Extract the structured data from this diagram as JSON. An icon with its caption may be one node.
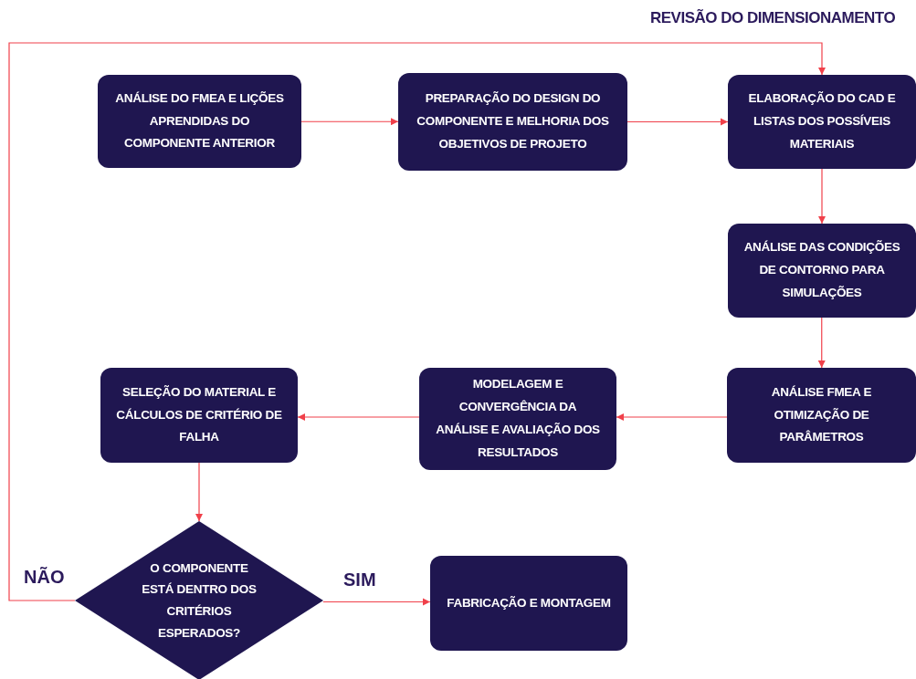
{
  "diagram": {
    "nodes": [
      {
        "text": [
          "ANÁLISE DO FMEA E LIÇÕES APRENDIDAS DO COMPONENTE ANTERIOR"
        ]
      },
      {
        "text": [
          "PREPARAÇÃO DO DESIGN DO COMPONENTE E MELHORIA DOS OBJETIVOS DE PROJETO"
        ]
      },
      {
        "text": [
          "ELABORAÇÃO DO CAD E LISTAS DOS POSSÍVEIS MATERIAIS"
        ]
      },
      {
        "text": [
          "ANÁLISE DAS CONDIÇÕES DE CONTORNO PARA SIMULAÇÕES"
        ]
      },
      {
        "text": [
          "ANÁLISE FMEA E OTIMIZAÇÃO DE PARÂMETROS"
        ]
      },
      {
        "text": [
          "MODELAGEM E CONVERGÊNCIA DA ANÁLISE E AVALIAÇÃO DOS RESULTADOS"
        ]
      },
      {
        "text": [
          "SELEÇÃO DO MATERIAL E CÁLCULOS DE CRITÉRIO DE FALHA"
        ]
      },
      {
        "text": [
          "O COMPONENTE ESTÁ DENTRO DOS CRITÉRIOS ESPERADOS?"
        ]
      },
      {
        "text": [
          "FABRICAÇÃO E MONTAGEM"
        ]
      }
    ],
    "edges": [
      {
        "from": 0,
        "to": 1,
        "arrow": "to"
      },
      {
        "from": 1,
        "to": 2,
        "arrow": "to"
      },
      {
        "from": 2,
        "to": 3,
        "arrow": "to"
      },
      {
        "from": 3,
        "to": 4,
        "arrow": "to"
      },
      {
        "from": 4,
        "to": 5,
        "arrow": "to"
      },
      {
        "from": 5,
        "to": 6,
        "arrow": "to"
      },
      {
        "from": 6,
        "to": 7,
        "arrow": "to"
      },
      {
        "from": 7,
        "to": 8,
        "arrow": "to",
        "label": "SIM"
      },
      {
        "from": 7,
        "to": 2,
        "arrow": "to",
        "label": "NÃO"
      }
    ],
    "labels": [
      "REVISÃO DO DIMENSIONAMENTO"
    ]
  }
}
